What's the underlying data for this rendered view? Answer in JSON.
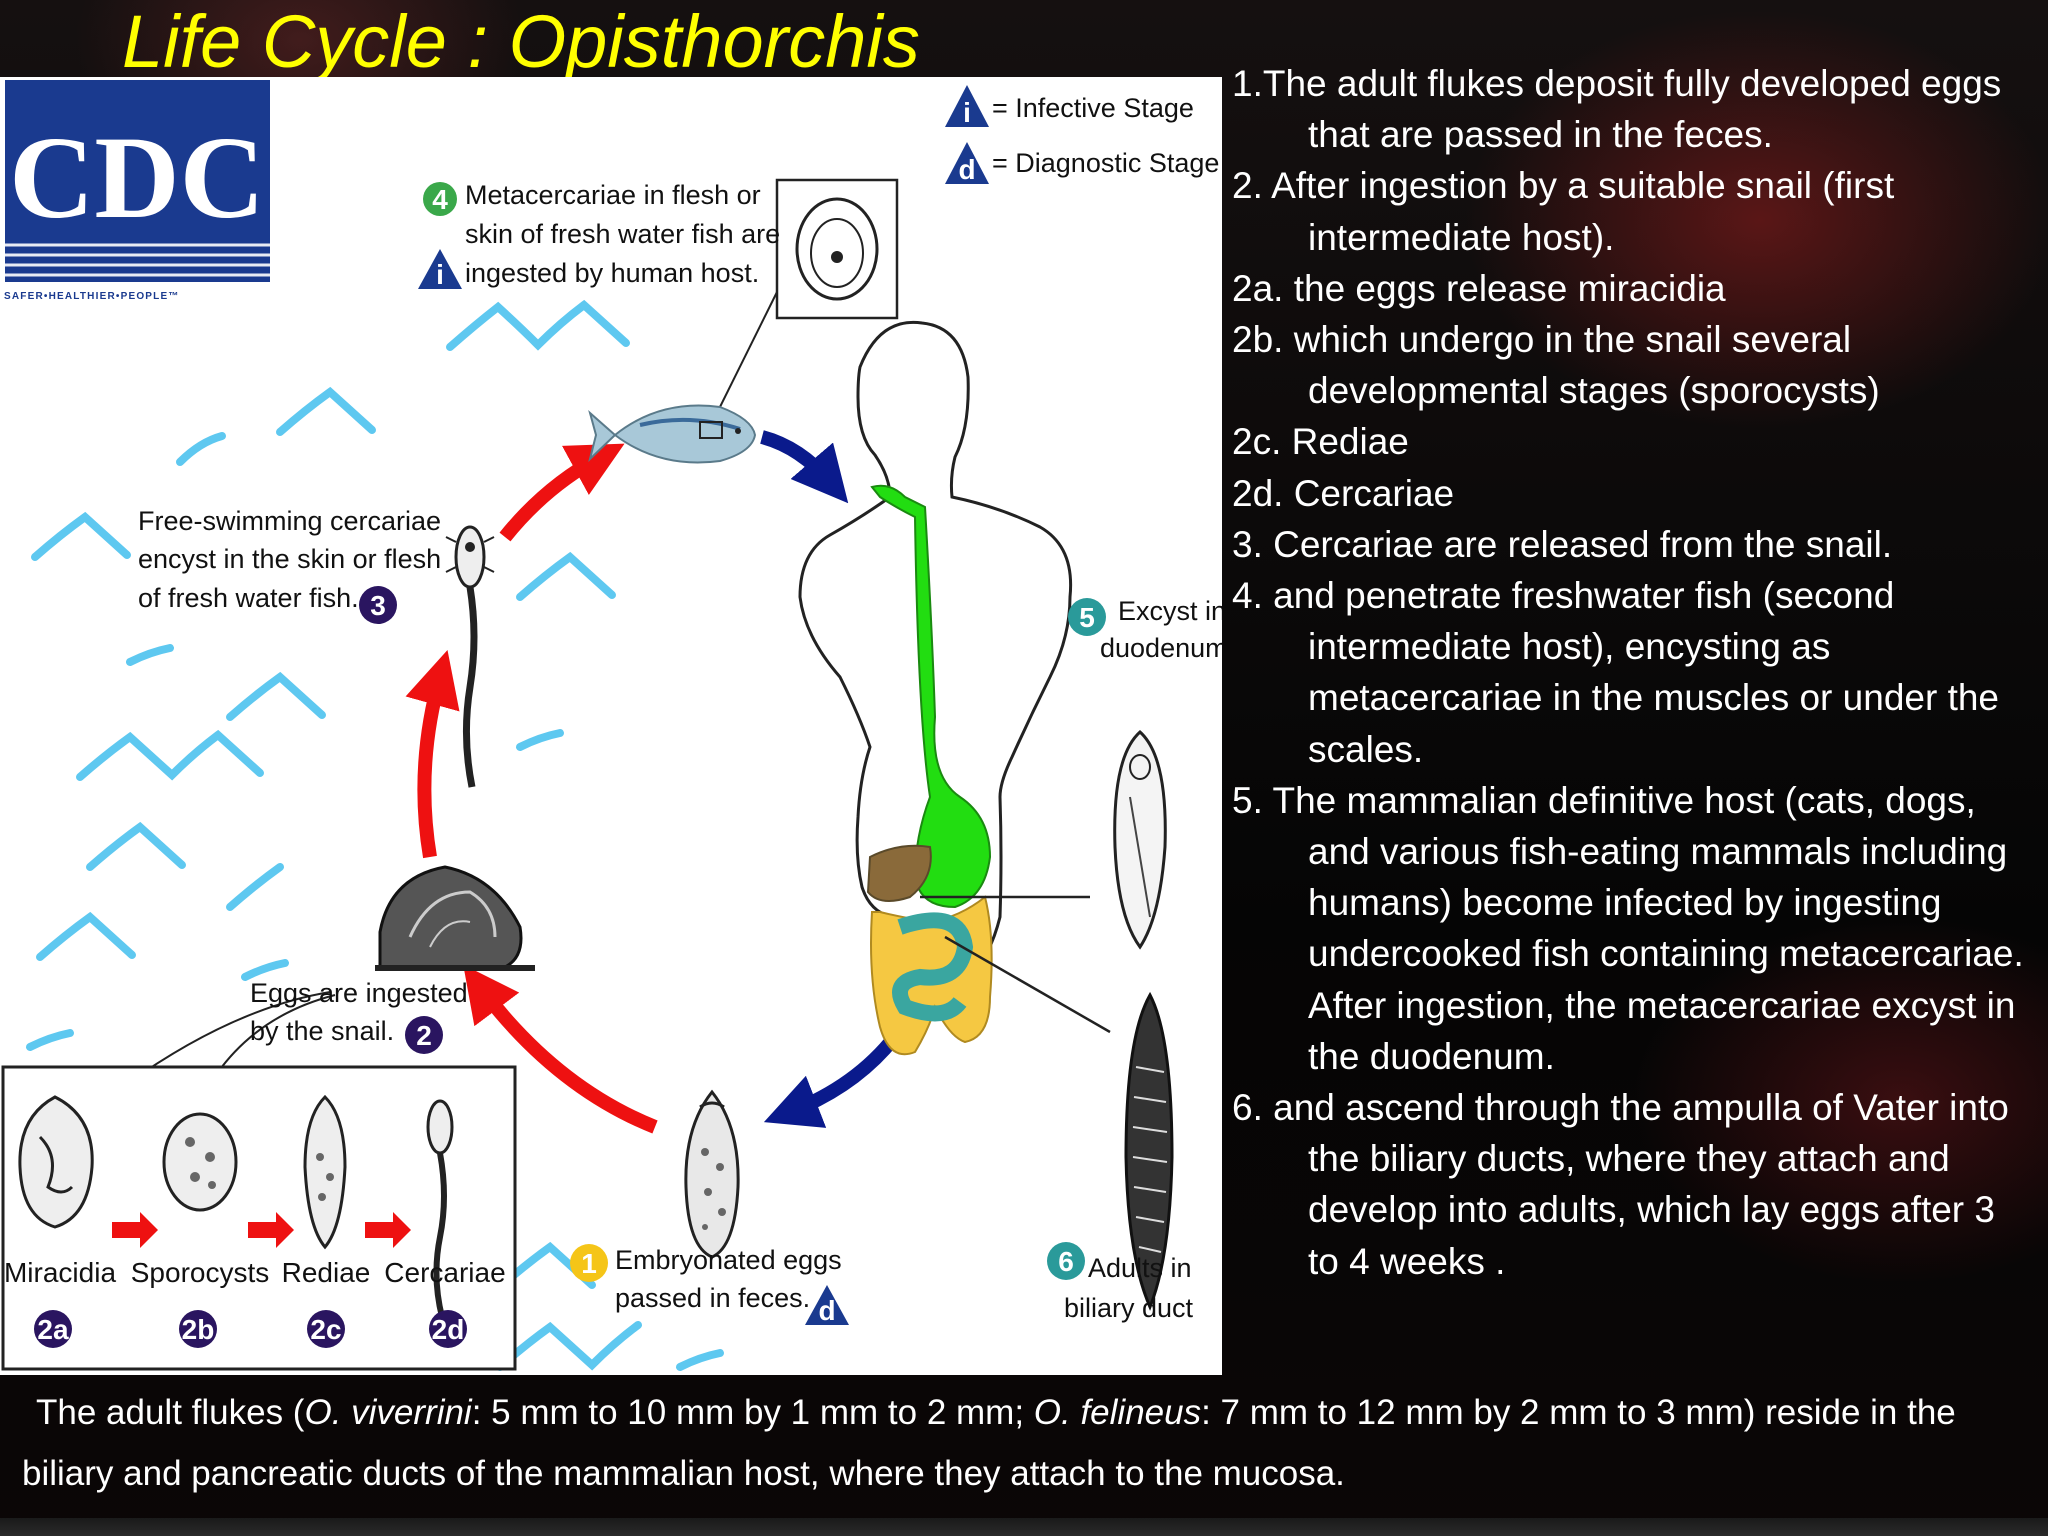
{
  "title": "Life Cycle : Opisthorchis",
  "logo": {
    "text": "CDC",
    "tagline": "SAFER•HEALTHIER•PEOPLE™"
  },
  "legend": {
    "infective_symbol": "i",
    "infective_label": "= Infective Stage",
    "diagnostic_symbol": "d",
    "diagnostic_label": "= Diagnostic Stage"
  },
  "stages": {
    "s1": {
      "badge": "1",
      "line1": "Embryonated eggs",
      "line2": "passed in feces."
    },
    "s2": {
      "line1": "Eggs are ingested",
      "line2": "by the snail.",
      "badge": "2"
    },
    "s3": {
      "line1": "Free-swimming cercariae",
      "line2": "encyst in the skin or flesh",
      "line3": "of fresh water fish.",
      "badge": "3"
    },
    "s4": {
      "badge": "4",
      "line1": "Metacercariae in flesh or",
      "line2": "skin of fresh water fish are",
      "line3": "ingested by human host."
    },
    "s5": {
      "badge": "5",
      "line1": "Excyst in",
      "line2": "duodenum"
    },
    "s6": {
      "badge": "6",
      "line1": "Adults in",
      "line2": "biliary duct"
    }
  },
  "snail_stages": [
    {
      "name": "Miracidia",
      "badge": "2a"
    },
    {
      "name": "Sporocysts",
      "badge": "2b"
    },
    {
      "name": "Rediae",
      "badge": "2c"
    },
    {
      "name": "Cercariae",
      "badge": "2d"
    }
  ],
  "steps": [
    "1.The adult flukes deposit fully developed eggs that are passed in the feces.",
    "2. After ingestion by a suitable snail (first intermediate host).",
    "2a. the eggs release miracidia",
    "2b. which undergo in the snail several developmental stages (sporocysts)",
    "2c. Rediae",
    "2d. Cercariae",
    "3. Cercariae are released from the snail.",
    "4.  and penetrate freshwater fish (second intermediate host), encysting as metacercariae in the muscles or under the scales.",
    "5. The mammalian definitive host (cats, dogs, and various fish-eating mammals including humans) become infected by ingesting undercooked fish containing metacercariae. After ingestion, the metacercariae excyst in the duodenum.",
    "6. and ascend through the ampulla of Vater into the biliary ducts, where they attach and develop into adults, which lay eggs after 3 to 4 weeks ."
  ],
  "footer": {
    "part1": "The adult flukes (",
    "species1": "O. viverrini",
    "part2": ": 5 mm to 10 mm by 1 mm to 2 mm; ",
    "species2": "O. felineus",
    "part3": ": 7 mm to 12 mm by 2 mm to 3 mm) reside in the biliary and pancreatic ducts of the mammalian host, where they attach to the mucosa."
  },
  "colors": {
    "title": "#ffff00",
    "cdc_blue": "#1a3a8f",
    "red_arrow": "#ee1111",
    "blue_arrow": "#0a1a8c",
    "water": "#5ec8f0",
    "gut_green": "#22dd11",
    "intestine_yellow": "#f5c842",
    "intestine_teal": "#3aa6a0",
    "liver_brown": "#8a6a3a",
    "badge_purple": "#2a1560",
    "badge_green": "#3aa84a",
    "badge_yellow": "#f5c518",
    "badge_teal": "#2a9a9a"
  }
}
